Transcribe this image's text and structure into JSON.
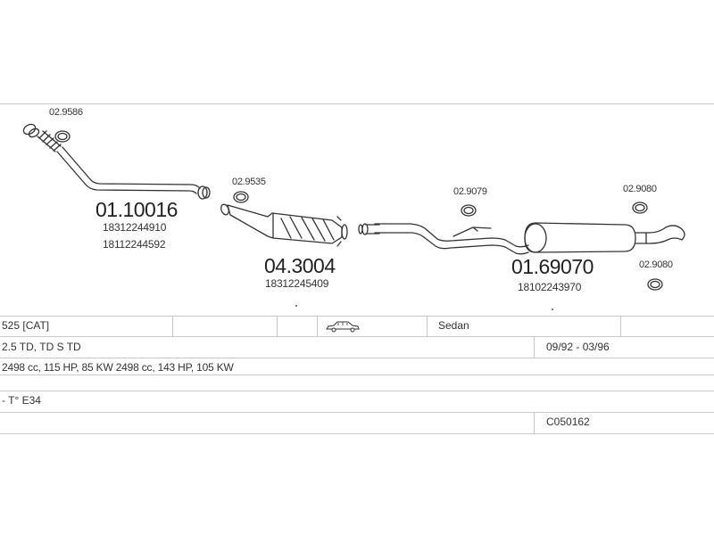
{
  "parts": {
    "bracket_front": "02.9586",
    "front_pipe_number": "01.10016",
    "front_pipe_oe1": "18312244910",
    "front_pipe_oe2": "18112244592",
    "gasket_cat": "02.9535",
    "catalyst_number": "04.3004",
    "catalyst_oe": "18312245409",
    "ring_mid": "02.9079",
    "rear_section_number": "01.69070",
    "rear_section_oe": "18102243970",
    "ring_rear_top": "02.9080",
    "ring_rear_bottom": "02.9080"
  },
  "table": {
    "row1": {
      "model": "525  [CAT]",
      "body": "Sedan",
      "icon": "car-sedan-icon"
    },
    "row2": {
      "engine": "2.5 TD, TD S TD",
      "years": "09/92 - 03/96"
    },
    "row3": {
      "specs": "2498 cc, 115 HP, 85 KW 2498 cc, 143 HP, 105 KW"
    },
    "row4": {
      "chassis": "- T° E34"
    },
    "row5": {
      "code": "C050162"
    }
  },
  "colors": {
    "line": "#c8c8c8",
    "drawing": "#333333",
    "text": "#333333"
  }
}
